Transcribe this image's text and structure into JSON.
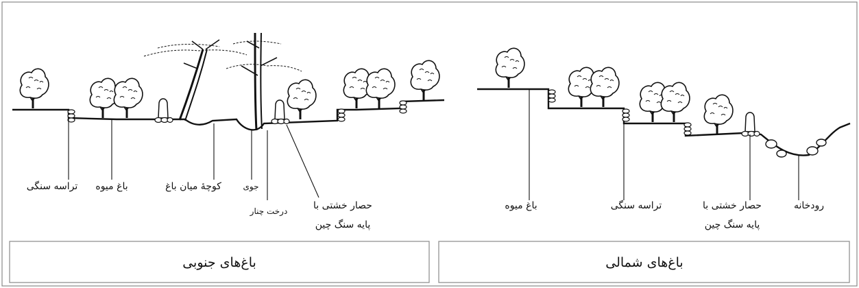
{
  "south": {
    "title": "باغ‌های جنوبی",
    "labels": {
      "stone_terrace": "تراسه سنگی",
      "orchard": "باغ میوه",
      "garden_alley": "کوچهٔ میان باغ",
      "stream": "جوی",
      "plane_tree": "درخت چنار",
      "mud_wall_line1": "حصار خشتی با",
      "mud_wall_line2": "پایه سنگ چین"
    }
  },
  "north": {
    "title": "باغ‌های شمالی",
    "labels": {
      "orchard": "باغ میوه",
      "stone_terrace": "تراسه سنگی",
      "mud_wall_line1": "حصار خشتی با",
      "mud_wall_line2": "پایه سنگ چین",
      "river": "رودخانه"
    }
  }
}
